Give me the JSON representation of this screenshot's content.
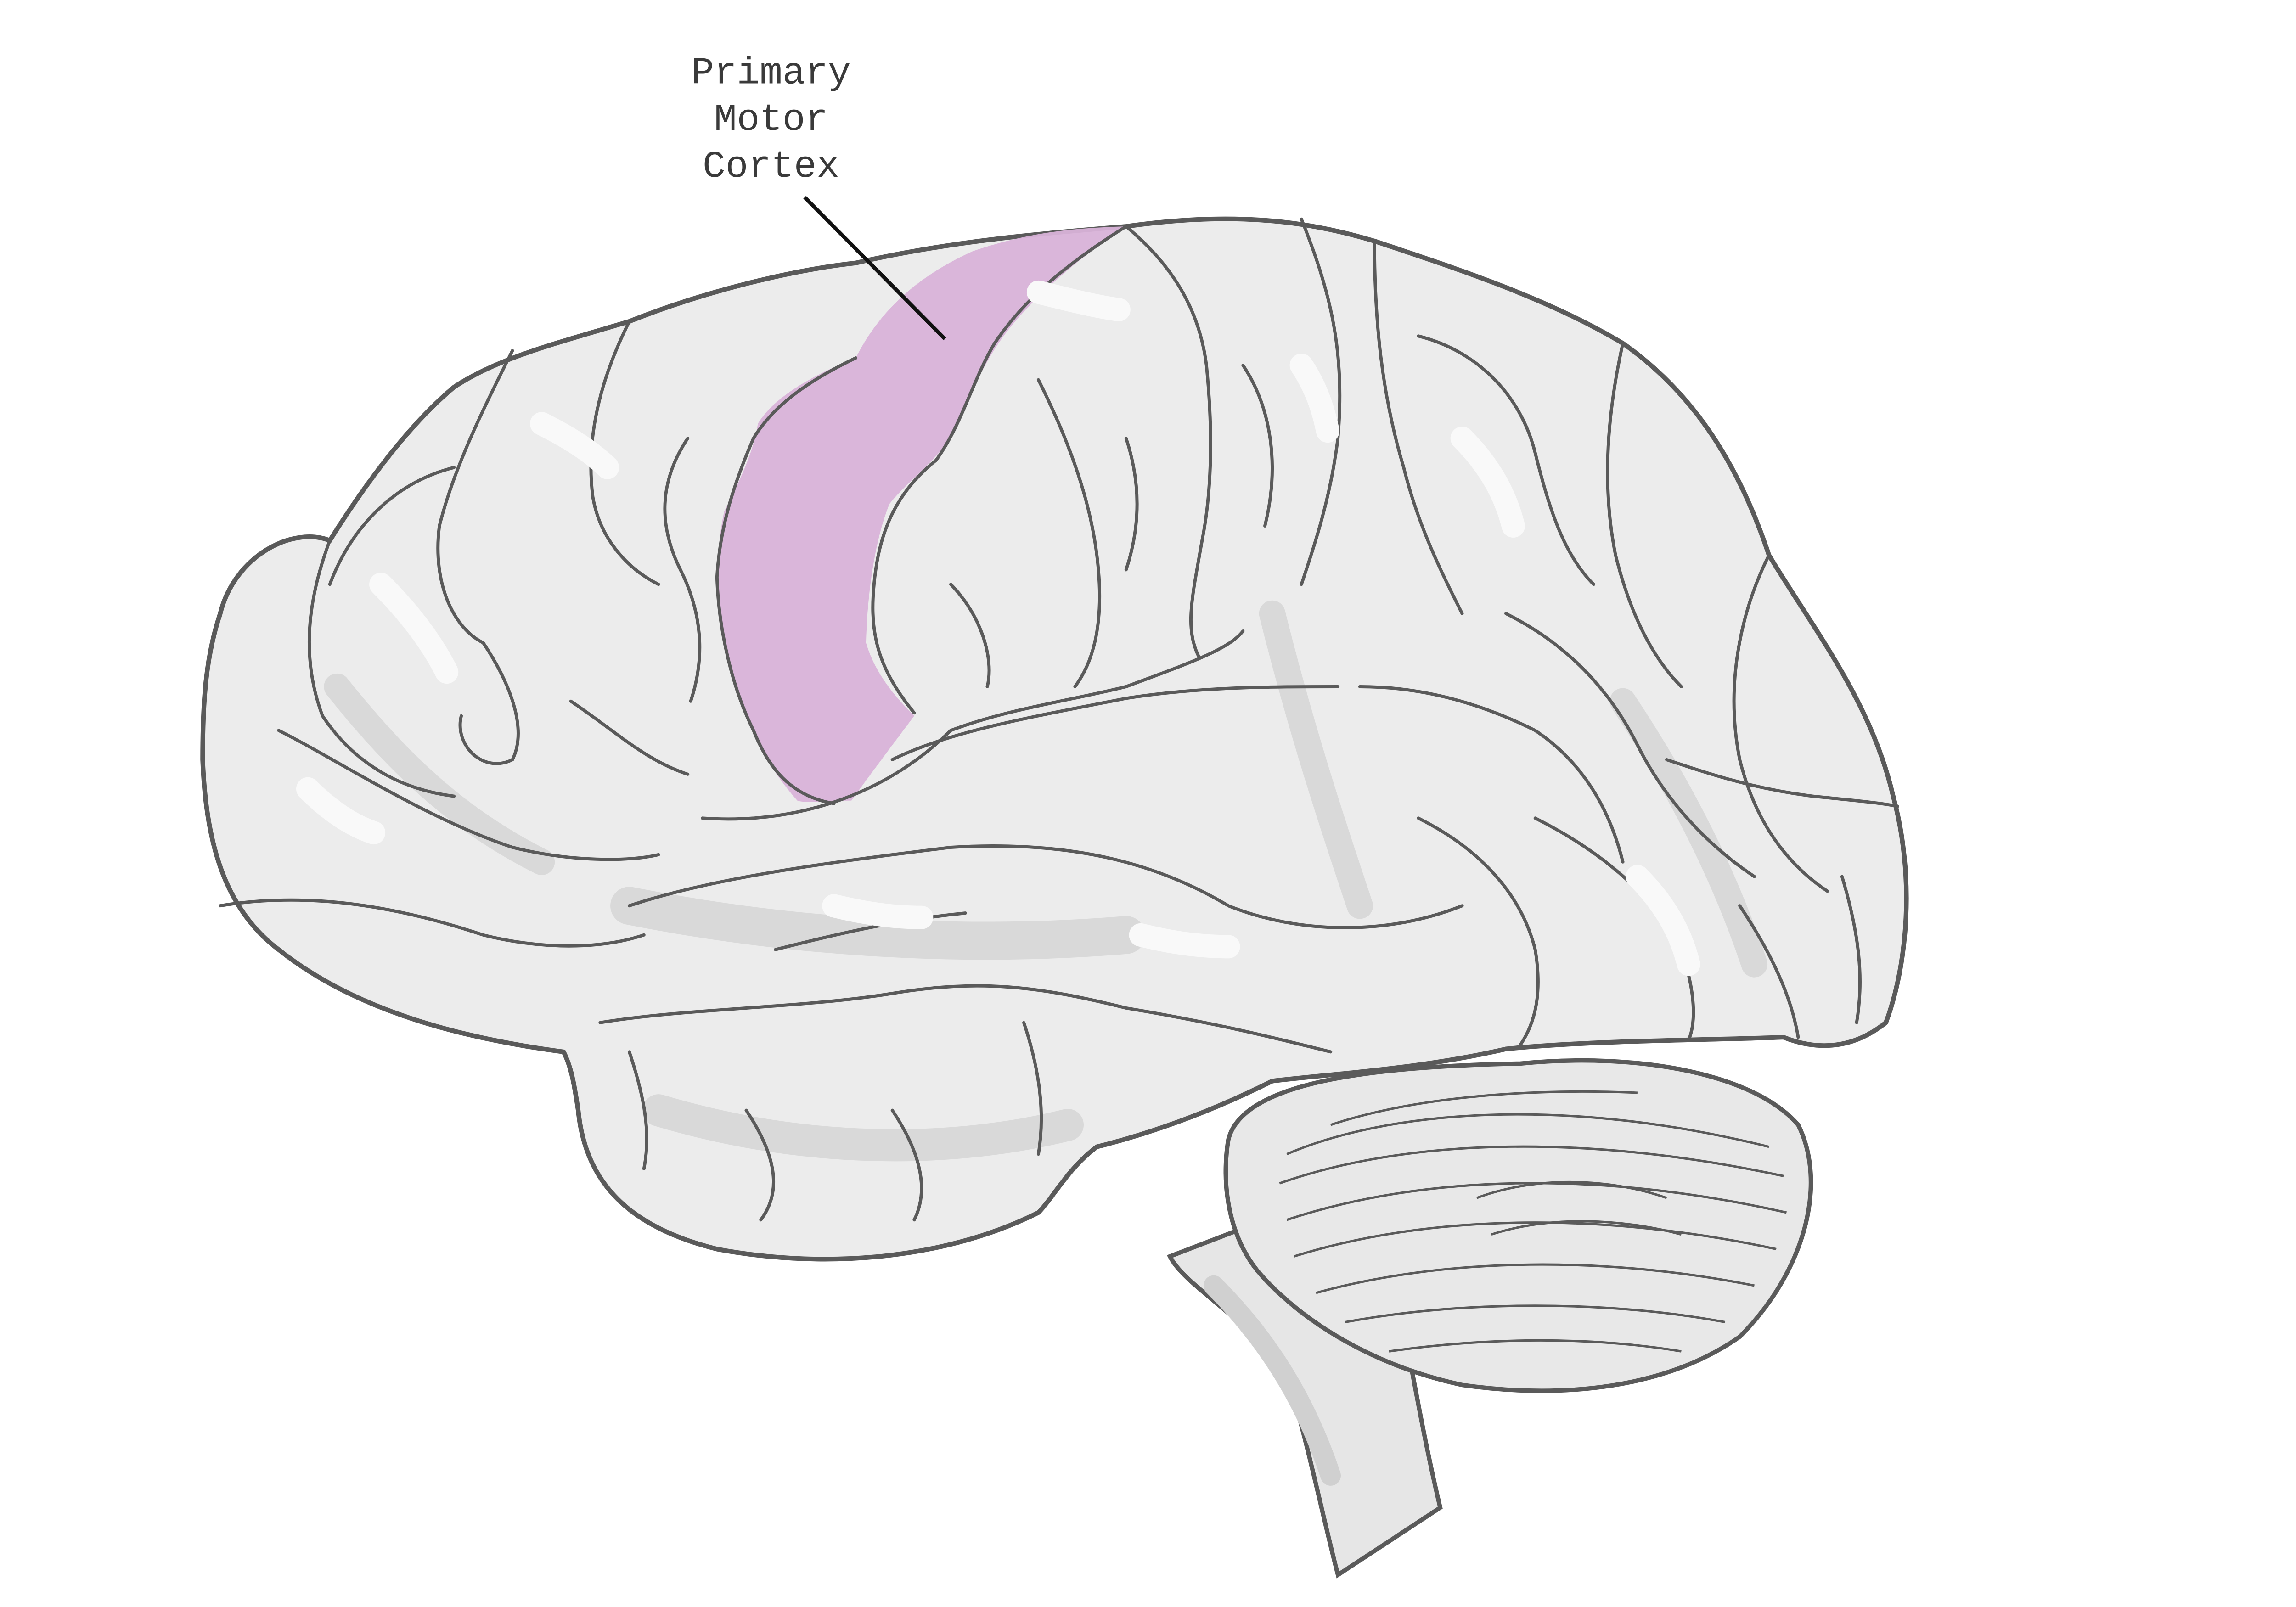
{
  "diagram": {
    "subject": "lateral view of the human brain",
    "label": {
      "line1": "Primary",
      "line2": "Motor",
      "line3": "Cortex"
    },
    "colors": {
      "background": "#ffffff",
      "tissue": "#ececec",
      "tissue_shadow": "#d9d9d9",
      "highlight": "#f9f9f9",
      "outline": "#5a5a5a",
      "motor_cortex": "#d9b3d9",
      "label_text": "#3a3a3a"
    }
  }
}
